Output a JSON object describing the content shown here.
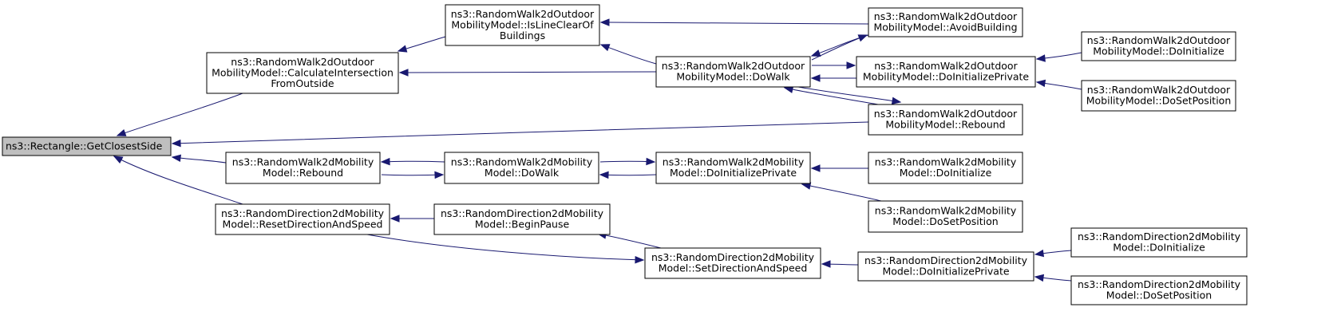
{
  "diagram": {
    "type": "doxygen-caller-graph",
    "colors": {
      "edge": "#191970",
      "root_fill": "#bfbfbf",
      "node_fill": "#ffffff",
      "node_border": "#000000"
    },
    "nodes": [
      {
        "id": "gcs",
        "lines": [
          "ns3::Rectangle::GetClosestSide"
        ],
        "root": true
      },
      {
        "id": "rw2o_ci",
        "lines": [
          "ns3::RandomWalk2dOutdoor",
          "MobilityModel::CalculateIntersection",
          "FromOutside"
        ]
      },
      {
        "id": "rw2o_il",
        "lines": [
          "ns3::RandomWalk2dOutdoor",
          "MobilityModel::IsLineClearOf",
          "Buildings"
        ]
      },
      {
        "id": "rw2o_dw",
        "lines": [
          "ns3::RandomWalk2dOutdoor",
          "MobilityModel::DoWalk"
        ]
      },
      {
        "id": "rw2o_ab",
        "lines": [
          "ns3::RandomWalk2dOutdoor",
          "MobilityModel::AvoidBuilding"
        ]
      },
      {
        "id": "rw2o_dp",
        "lines": [
          "ns3::RandomWalk2dOutdoor",
          "MobilityModel::DoInitializePrivate"
        ]
      },
      {
        "id": "rw2o_rb",
        "lines": [
          "ns3::RandomWalk2dOutdoor",
          "MobilityModel::Rebound"
        ]
      },
      {
        "id": "rw2o_di",
        "lines": [
          "ns3::RandomWalk2dOutdoor",
          "MobilityModel::DoInitialize"
        ]
      },
      {
        "id": "rw2o_ds",
        "lines": [
          "ns3::RandomWalk2dOutdoor",
          "MobilityModel::DoSetPosition"
        ]
      },
      {
        "id": "rw2_rb",
        "lines": [
          "ns3::RandomWalk2dMobility",
          "Model::Rebound"
        ]
      },
      {
        "id": "rw2_dw",
        "lines": [
          "ns3::RandomWalk2dMobility",
          "Model::DoWalk"
        ]
      },
      {
        "id": "rw2_dp",
        "lines": [
          "ns3::RandomWalk2dMobility",
          "Model::DoInitializePrivate"
        ]
      },
      {
        "id": "rw2_di",
        "lines": [
          "ns3::RandomWalk2dMobility",
          "Model::DoInitialize"
        ]
      },
      {
        "id": "rw2_ds",
        "lines": [
          "ns3::RandomWalk2dMobility",
          "Model::DoSetPosition"
        ]
      },
      {
        "id": "rd2_rd",
        "lines": [
          "ns3::RandomDirection2dMobility",
          "Model::ResetDirectionAndSpeed"
        ]
      },
      {
        "id": "rd2_bp",
        "lines": [
          "ns3::RandomDirection2dMobility",
          "Model::BeginPause"
        ]
      },
      {
        "id": "rd2_sd",
        "lines": [
          "ns3::RandomDirection2dMobility",
          "Model::SetDirectionAndSpeed"
        ]
      },
      {
        "id": "rd2_dp",
        "lines": [
          "ns3::RandomDirection2dMobility",
          "Model::DoInitializePrivate"
        ]
      },
      {
        "id": "rd2_di",
        "lines": [
          "ns3::RandomDirection2dMobility",
          "Model::DoInitialize"
        ]
      },
      {
        "id": "rd2_ds",
        "lines": [
          "ns3::RandomDirection2dMobility",
          "Model::DoSetPosition"
        ]
      }
    ],
    "edges": [
      {
        "from": "rw2o_ci",
        "to": "gcs"
      },
      {
        "from": "rw2o_rb",
        "to": "gcs"
      },
      {
        "from": "rw2_rb",
        "to": "gcs"
      },
      {
        "from": "rd2_rd",
        "to": "gcs"
      },
      {
        "from": "rw2o_il",
        "to": "rw2o_ci"
      },
      {
        "from": "rw2o_dw",
        "to": "rw2o_ci"
      },
      {
        "from": "rw2o_ab",
        "to": "rw2o_il"
      },
      {
        "from": "rw2o_dw",
        "to": "rw2o_il"
      },
      {
        "from": "rw2o_ab",
        "to": "rw2o_dw"
      },
      {
        "from": "rw2o_dp",
        "to": "rw2o_dw"
      },
      {
        "from": "rw2o_rb",
        "to": "rw2o_dw"
      },
      {
        "from": "rw2o_dw",
        "to": "rw2o_ab"
      },
      {
        "from": "rw2o_dw",
        "to": "rw2o_dp"
      },
      {
        "from": "rw2o_dw",
        "to": "rw2o_rb"
      },
      {
        "from": "rw2o_di",
        "to": "rw2o_dp"
      },
      {
        "from": "rw2o_ds",
        "to": "rw2o_dp"
      },
      {
        "from": "rw2_dw",
        "to": "rw2_rb"
      },
      {
        "from": "rw2_rb",
        "to": "rw2_dw"
      },
      {
        "from": "rw2_dp",
        "to": "rw2_dw"
      },
      {
        "from": "rw2_dw",
        "to": "rw2_dp"
      },
      {
        "from": "rw2_di",
        "to": "rw2_dp"
      },
      {
        "from": "rw2_ds",
        "to": "rw2_dp"
      },
      {
        "from": "rd2_bp",
        "to": "rd2_rd"
      },
      {
        "from": "rd2_sd",
        "to": "rd2_bp"
      },
      {
        "from": "rd2_rd",
        "to": "rd2_sd"
      },
      {
        "from": "rd2_dp",
        "to": "rd2_sd"
      },
      {
        "from": "rd2_di",
        "to": "rd2_dp"
      },
      {
        "from": "rd2_ds",
        "to": "rd2_dp"
      }
    ]
  }
}
